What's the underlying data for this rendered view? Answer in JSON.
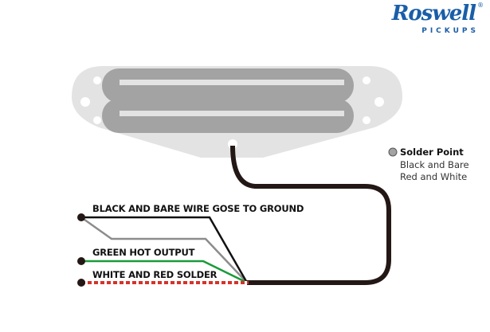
{
  "logo": {
    "brand": "Roswell",
    "sub": "PICKUPS",
    "reg": "®",
    "color": "#1a5ea8"
  },
  "labels": {
    "ground": "BLACK AND BARE WIRE GOSE TO GROUND",
    "hot": "GREEN HOT OUTPUT",
    "solder": "WHITE AND RED SOLDER"
  },
  "legend": {
    "title": "Solder Point",
    "line1": "Black and Bare",
    "line2": "Red and White"
  },
  "colors": {
    "baseplate": "#e3e3e3",
    "bobbin": "#a3a3a3",
    "cable": "#231815",
    "green": "#1a9a3a",
    "gray": "#8c8c8c",
    "red": "#d6332b"
  }
}
